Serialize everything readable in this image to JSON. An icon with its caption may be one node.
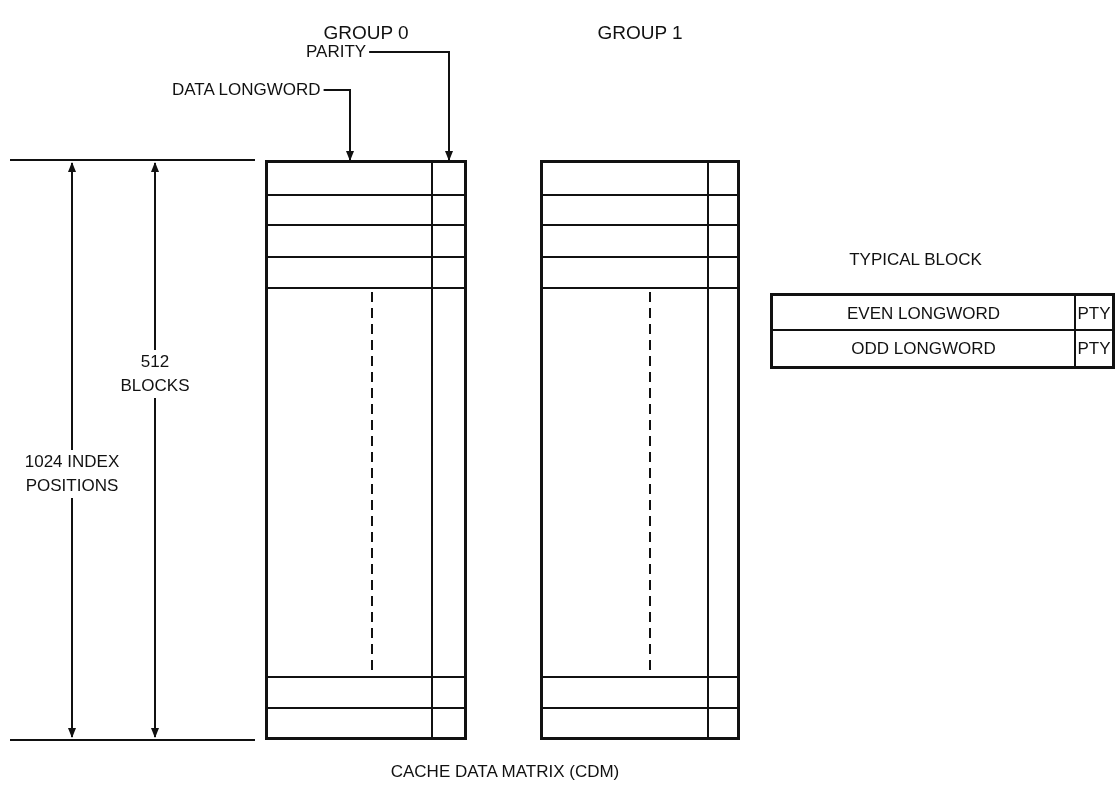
{
  "diagram": {
    "caption": "CACHE DATA MATRIX (CDM)",
    "nodes": [
      {
        "text": [],
        "shape": "box"
      },
      {
        "text": [],
        "shape": "box"
      },
      {
        "text": [
          "PARITY"
        ]
      },
      {
        "text": [
          "DATA LONGWORD"
        ]
      },
      {
        "text": [
          "TYPICAL BLOCK",
          "EVEN LONGWORD",
          "PTY",
          "ODD LONGWORD",
          "PTY"
        ]
      }
    ],
    "edges": [
      {
        "from": 2,
        "to": 0,
        "arrow": "to"
      },
      {
        "from": 3,
        "to": 0,
        "arrow": "to"
      }
    ],
    "labels": [
      "GROUP 0",
      "GROUP 1",
      "512 BLOCKS",
      "1024 INDEX POSITIONS"
    ]
  }
}
